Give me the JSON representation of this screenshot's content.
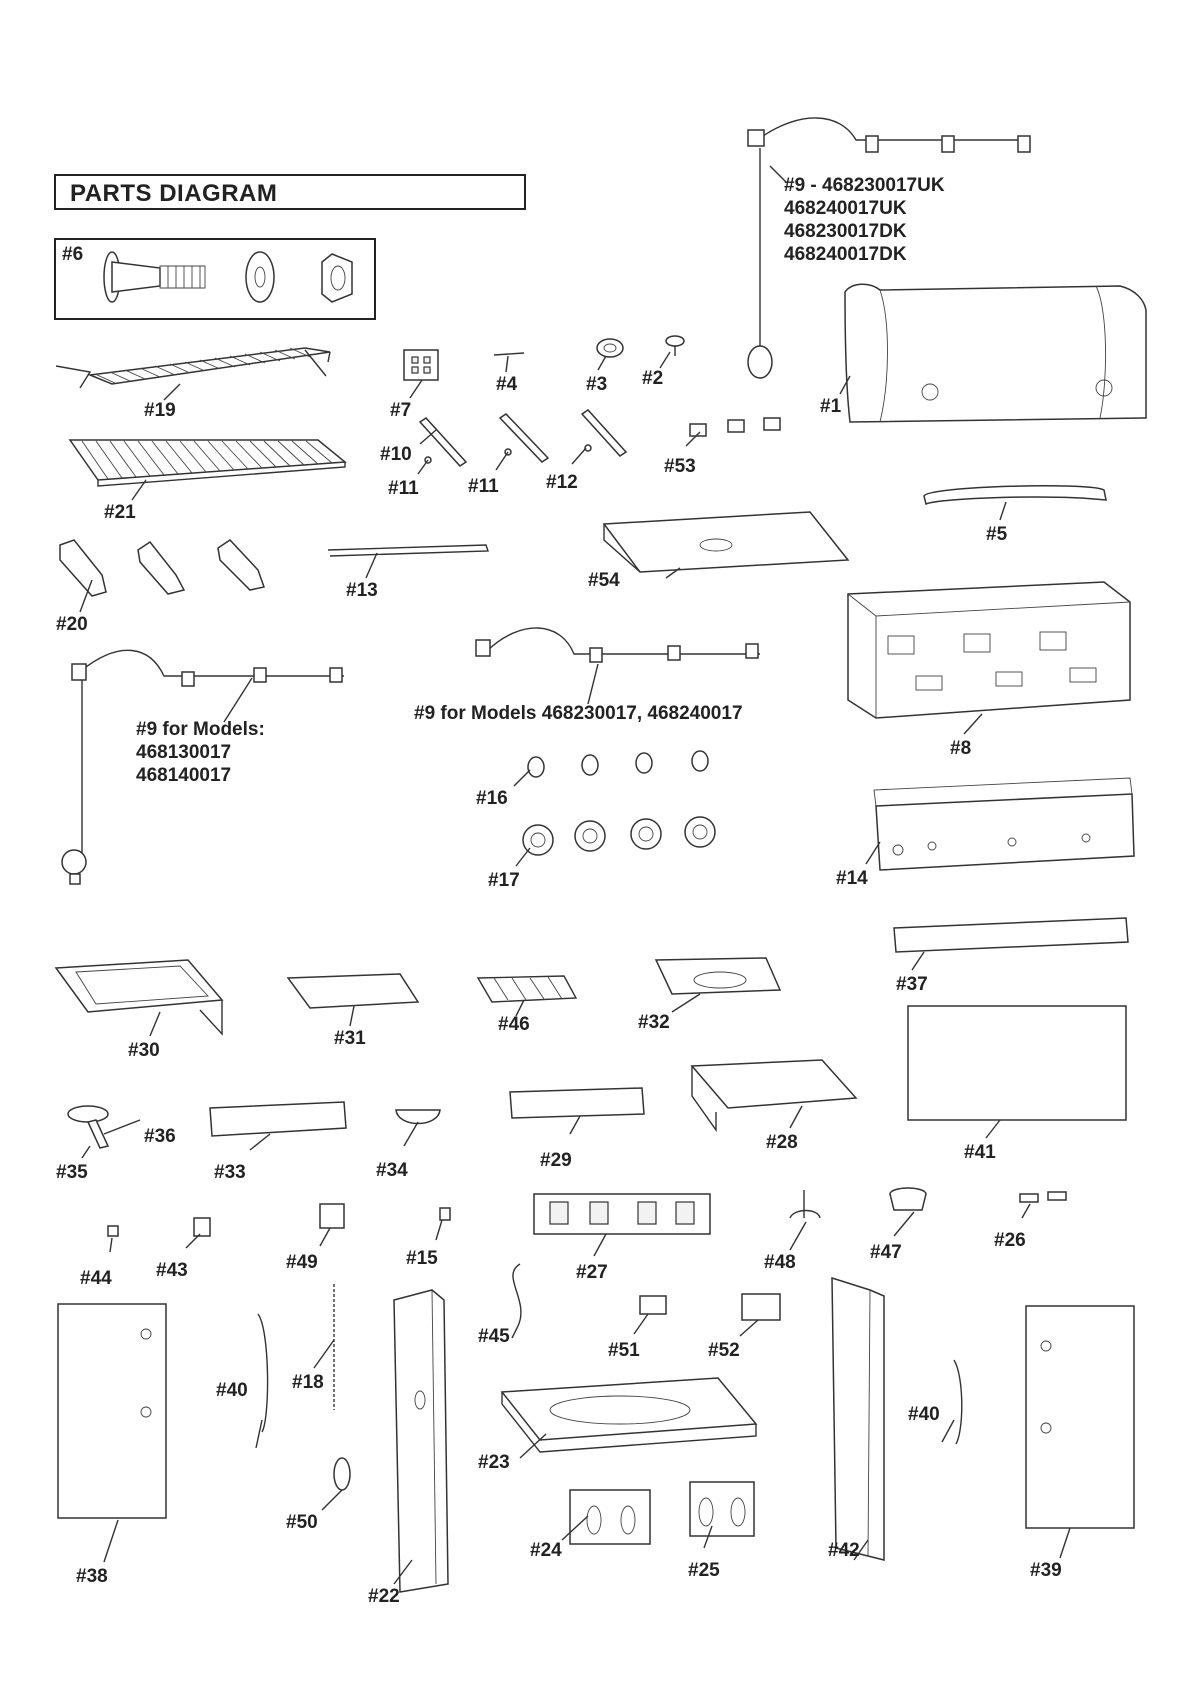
{
  "title": "PARTS DIAGRAM",
  "part_labels": {
    "p1": "#1",
    "p2": "#2",
    "p3": "#3",
    "p4": "#4",
    "p5": "#5",
    "p6": "#6",
    "p7": "#7",
    "p8": "#8",
    "p10": "#10",
    "p11a": "#11",
    "p11b": "#11",
    "p12": "#12",
    "p13": "#13",
    "p14": "#14",
    "p15": "#15",
    "p16": "#16",
    "p17": "#17",
    "p18": "#18",
    "p19": "#19",
    "p20": "#20",
    "p21": "#21",
    "p22": "#22",
    "p23": "#23",
    "p24": "#24",
    "p25": "#25",
    "p26": "#26",
    "p27": "#27",
    "p28": "#28",
    "p29": "#29",
    "p30": "#30",
    "p31": "#31",
    "p32": "#32",
    "p33": "#33",
    "p34": "#34",
    "p35": "#35",
    "p36": "#36",
    "p37": "#37",
    "p38": "#38",
    "p39": "#39",
    "p40a": "#40",
    "p40b": "#40",
    "p41": "#41",
    "p42": "#42",
    "p43": "#43",
    "p44": "#44",
    "p45": "#45",
    "p46": "#46",
    "p47": "#47",
    "p48": "#48",
    "p49": "#49",
    "p50": "#50",
    "p51": "#51",
    "p52": "#52",
    "p53": "#53",
    "p54": "#54"
  },
  "notes": {
    "manifold_uk": [
      "#9 - 468230017UK",
      "468240017UK",
      "468230017DK",
      "468240017DK"
    ],
    "manifold_models_3": [
      "#9 for Models:",
      "468130017",
      "468140017"
    ],
    "manifold_models_4": "#9 for Models 468230017, 468240017"
  }
}
